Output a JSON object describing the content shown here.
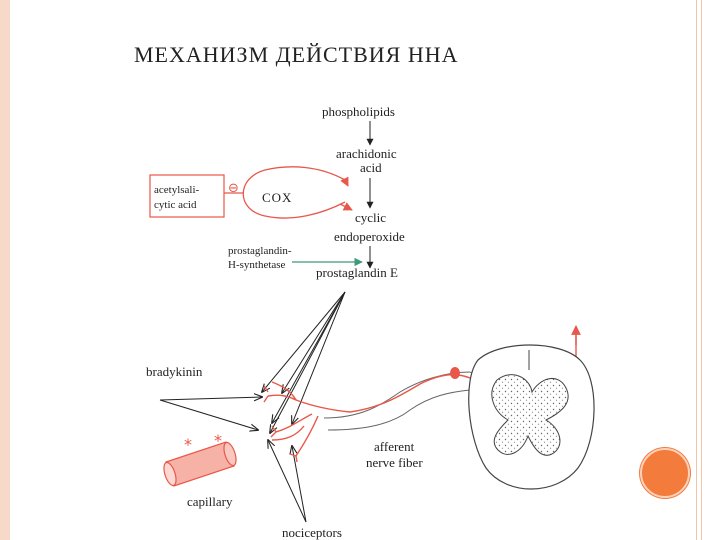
{
  "slide": {
    "title": "МЕХАНИЗМ ДЕЙСТВИЯ ННА"
  },
  "pathway": {
    "phospholipids": "phospholipids",
    "arachidonic_1": "arachidonic",
    "arachidonic_2": "acid",
    "cyclic_1": "cyclic",
    "cyclic_2": "endoperoxide",
    "prostaglandin_e": "prostaglandin E",
    "cox": "COX",
    "inhibitor_1": "acetylsali-",
    "inhibitor_2": "cytic acid",
    "inhibit_sign": "⊖",
    "synthetase_1": "prostaglandin-",
    "synthetase_2": "H-synthetase"
  },
  "anatomy": {
    "bradykinin": "bradykinin",
    "afferent_1": "afferent",
    "afferent_2": "nerve fiber",
    "capillary": "capillary",
    "nociceptors": "nociceptors",
    "star": "*"
  },
  "colors": {
    "red": "#e8584a",
    "green": "#3f9a7c",
    "accent": "#f37b3c"
  }
}
